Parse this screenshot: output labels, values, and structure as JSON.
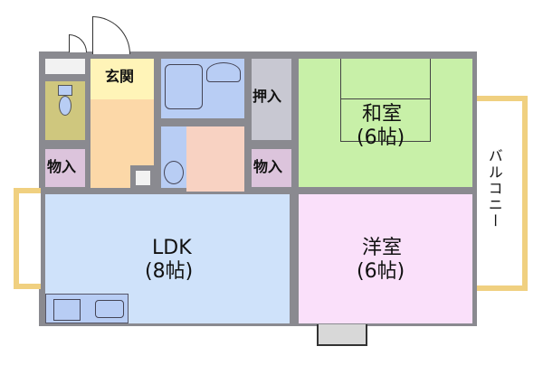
{
  "rooms": {
    "genkan": "玄関",
    "closet_oshiire": "押入",
    "storage_left": "物入",
    "storage_right": "物入",
    "washitsu": {
      "name": "和室",
      "size": "(6帖)"
    },
    "ldk": {
      "name": "LDK",
      "size": "(8帖)"
    },
    "yoshitsu": {
      "name": "洋室",
      "size": "(6帖)"
    },
    "balcony": "バルコニー"
  },
  "colors": {
    "genkan": "#fff4b8",
    "hall": "#fcd8a8",
    "toilet": "#cfc77e",
    "bath": "#b8cdf4",
    "washroom": "#f8d2c2",
    "storage": "#dcc4dc",
    "oshiire": "#c8c8d2",
    "washitsu": "#c8f0a8",
    "ldk": "#cfe2fa",
    "yoshitsu": "#fae0fa",
    "balcony_rail": "#f0d080"
  }
}
